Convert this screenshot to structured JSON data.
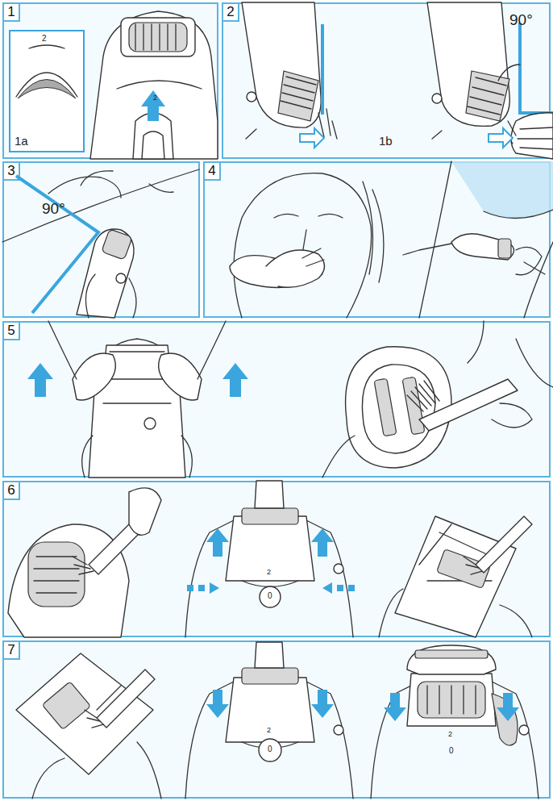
{
  "diagram": {
    "nodes": [
      {
        "text": [
          "1"
        ]
      },
      {
        "text": [
          "2"
        ]
      },
      {
        "text": [
          "3"
        ]
      },
      {
        "text": [
          "4"
        ]
      },
      {
        "text": [
          "5"
        ]
      },
      {
        "text": [
          "6"
        ]
      },
      {
        "text": [
          "7"
        ]
      }
    ],
    "labels": [
      "2",
      "2",
      "1a",
      "1b",
      "90°",
      "90°",
      "2",
      "0",
      "2",
      "0",
      "2",
      "0"
    ]
  }
}
